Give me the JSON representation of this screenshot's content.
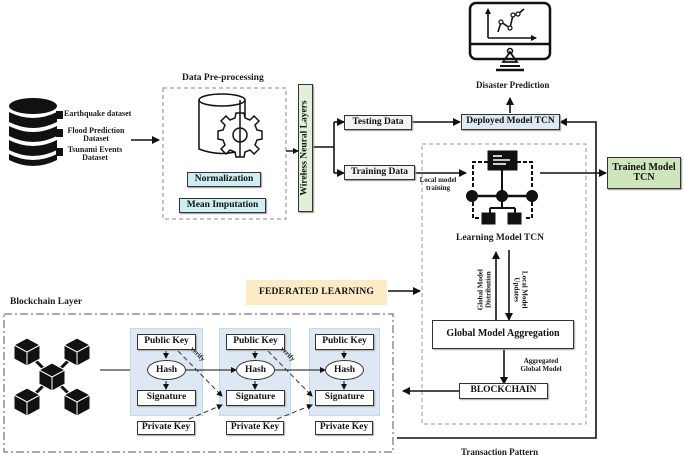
{
  "datasets": {
    "items": [
      "Earthquake dataset",
      "Flood Prediction Dataset",
      "Tsunami Events Dataset"
    ]
  },
  "preprocessing": {
    "title": "Data Pre-processing",
    "steps": [
      "Normalization",
      "Mean Imputation"
    ]
  },
  "wireless_layer": "Wireless Neural Layers",
  "splits": {
    "testing": "Testing Data",
    "training": "Training Data"
  },
  "output": {
    "prediction_label": "Disaster Prediction",
    "deployed_model": "Deployed Model TCN",
    "trained_model": "Trained Model TCN"
  },
  "federated": {
    "label": "FEDERATED LEARNING",
    "local_training": "Local model training",
    "learning_model": "Learning Model TCN",
    "global_distribution": "Global Model Distribution",
    "local_updates": "Local Model Updates",
    "aggregation": "Global Model Aggregation",
    "aggregated_model": "Aggregated Global Model",
    "blockchain": "BLOCKCHAIN",
    "transaction_pattern": "Transaction Pattern"
  },
  "blockchain_layer": {
    "title": "Blockchain Layer",
    "blocks": [
      {
        "public_key": "Public Key",
        "hash": "Hash",
        "signature": "Signature",
        "private_key": "Private Key"
      },
      {
        "public_key": "Public Key",
        "hash": "Hash",
        "signature": "Signature",
        "private_key": "Private Key"
      },
      {
        "public_key": "Public Key",
        "hash": "Hash",
        "signature": "Signature",
        "private_key": "Private Key"
      }
    ],
    "verify_label": "verify"
  },
  "colors": {
    "preprocess_step_fill": "#cdeff2",
    "wireless_fill": "#e3efd9",
    "trained_model_fill": "#cfe6bd",
    "deployed_fill": "#dce9f5",
    "federated_fill": "#fdebc8",
    "block_fill": "#dde8f4"
  }
}
